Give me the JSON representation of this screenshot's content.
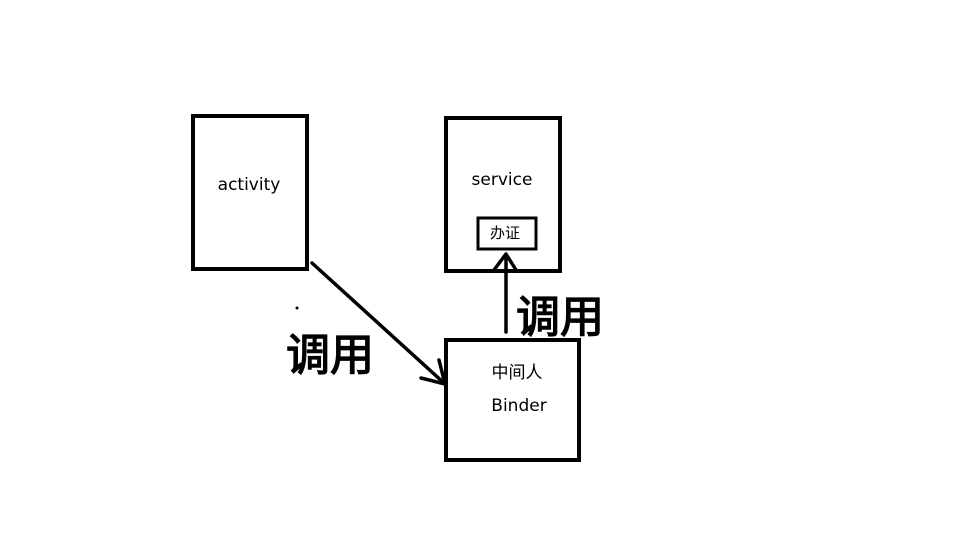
{
  "diagram": {
    "nodes": {
      "activity": {
        "label": "activity"
      },
      "service": {
        "label": "service",
        "inner_label": "办证"
      },
      "binder": {
        "label_line1": "中间人",
        "label_line2": "Binder"
      }
    },
    "edges": {
      "activity_to_binder": {
        "label": "调用"
      },
      "binder_to_service": {
        "label": "调用"
      }
    }
  },
  "colors": {
    "stroke": "#000000",
    "background": "#ffffff"
  }
}
